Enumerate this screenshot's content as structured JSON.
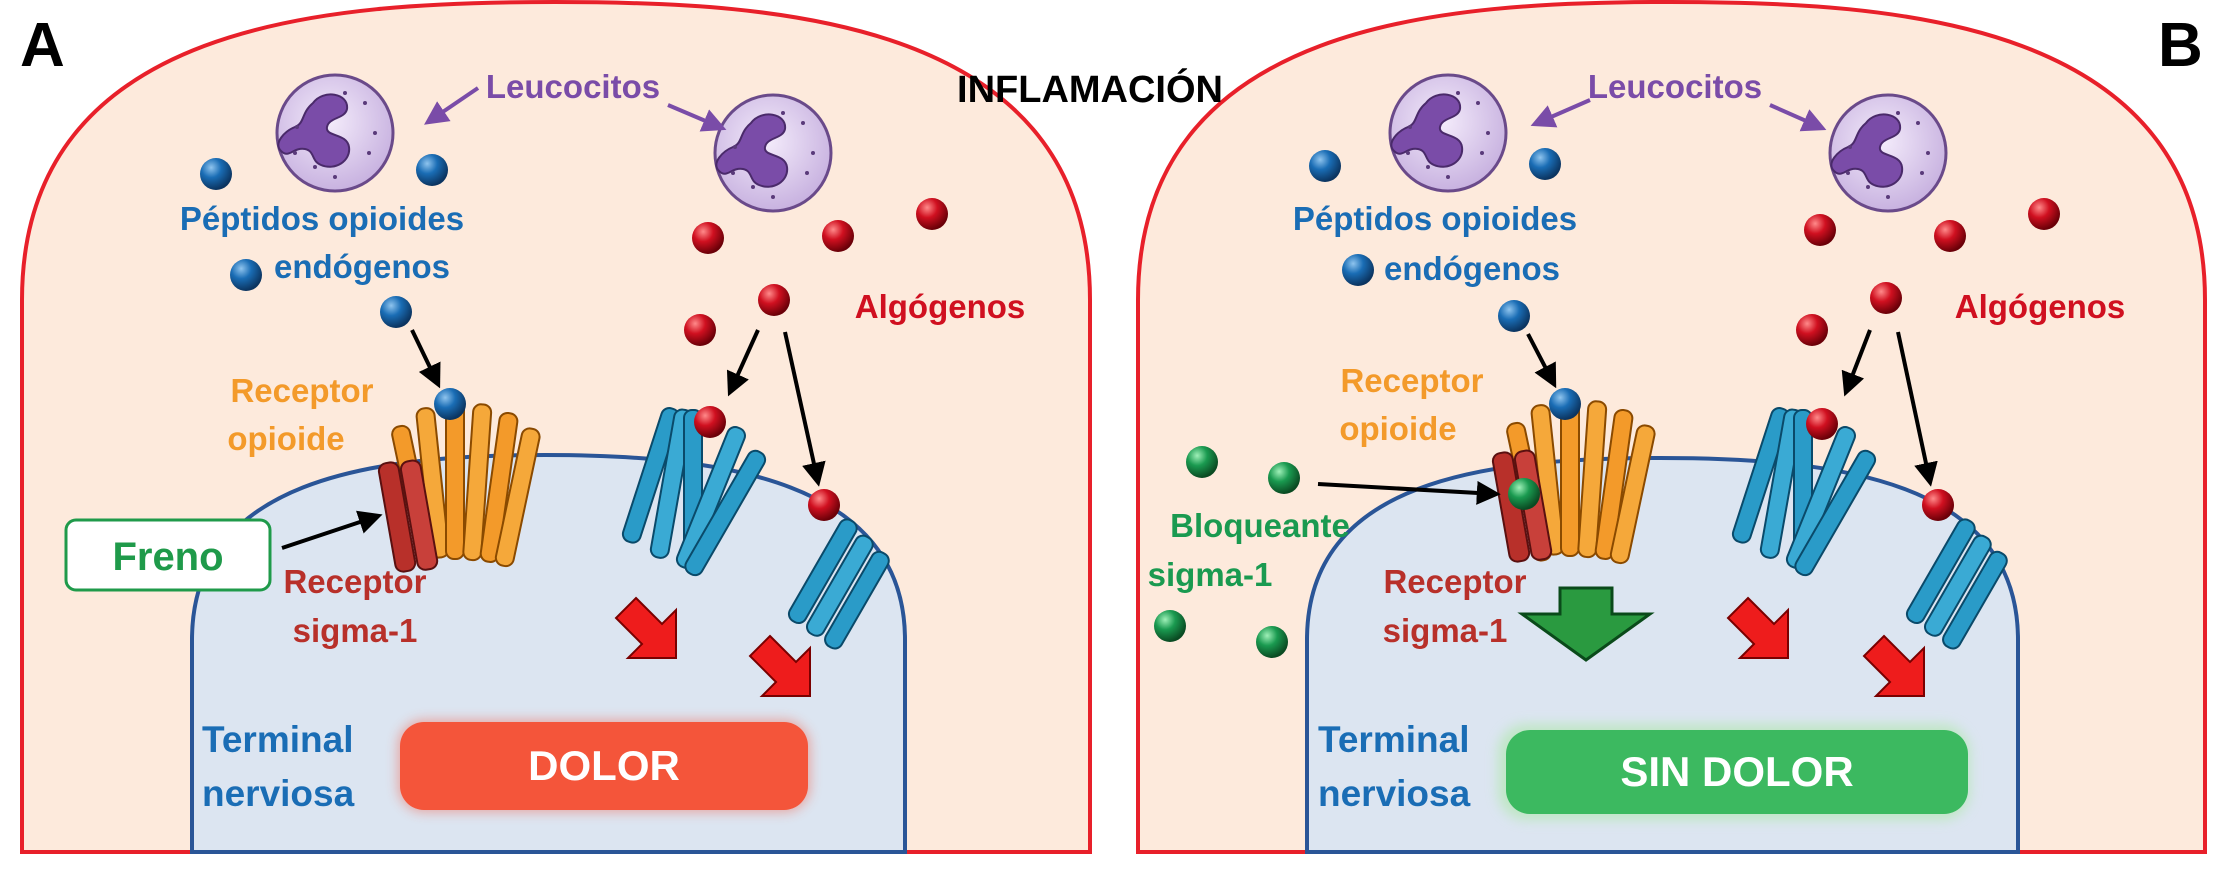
{
  "panel_a": {
    "letter": "A",
    "leucocitos": "Leucocitos",
    "peptidos_line1": "Péptidos opioides",
    "peptidos_line2": "endógenos",
    "algogenos": "Algógenos",
    "receptor_opioide_line1": "Receptor",
    "receptor_opioide_line2": "opioide",
    "freno": "Freno",
    "receptor_sigma_line1": "Receptor",
    "receptor_sigma_line2": "sigma-1",
    "terminal_line1": "Terminal",
    "terminal_line2": "nerviosa",
    "result": "DOLOR"
  },
  "panel_b": {
    "letter": "B",
    "leucocitos": "Leucocitos",
    "peptidos_line1": "Péptidos opioides",
    "peptidos_line2": "endógenos",
    "algogenos": "Algógenos",
    "receptor_opioide_line1": "Receptor",
    "receptor_opioide_line2": "opioide",
    "bloqueante_line1": "Bloqueante",
    "bloqueante_line2": "sigma-1",
    "receptor_sigma_line1": "Receptor",
    "receptor_sigma_line2": "sigma-1",
    "terminal_line1": "Terminal",
    "terminal_line2": "nerviosa",
    "result": "SIN DOLOR"
  },
  "title": "INFLAMACIÓN",
  "colors": {
    "tissue_fill": "#fdeadc",
    "tissue_border": "#e8202a",
    "terminal_fill": "#dce5f1",
    "terminal_border": "#2a5597",
    "peptide_blue": "#1a6db5",
    "algogen_red": "#cc1020",
    "blocker_green": "#1a9a50",
    "leukocyte": "#7a4ca8",
    "opioid_orange": "#f39a2a",
    "sigma_red": "#b8302a",
    "channel_teal": "#2a9bc8",
    "dolor_bg": "#f4553a",
    "sin_dolor_bg": "#3cb960",
    "freno_green": "#1f9a4a"
  }
}
